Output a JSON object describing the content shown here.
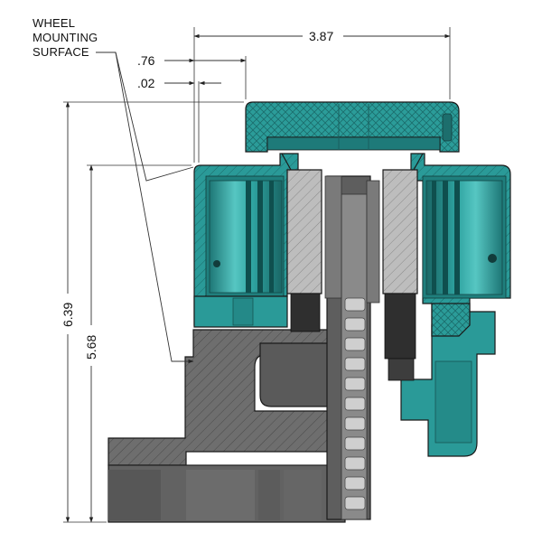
{
  "note": {
    "line1": "WHEEL",
    "line2": "MOUNTING",
    "line3": "SURFACE"
  },
  "dimensions": {
    "overall_width": "3.87",
    "offset_outer": ".76",
    "offset_inner": ".02",
    "overall_height": "6.39",
    "inner_height": "5.68"
  },
  "colors": {
    "caliper_teal": "#2a9a98",
    "caliper_dark": "#1d7473",
    "caliper_light": "#52c2bf",
    "hub_gray": "#6b6b6b",
    "hub_dark": "#4d4d4d",
    "pad_gray": "#b8b8b8",
    "friction_dark": "#2f2f2f"
  }
}
